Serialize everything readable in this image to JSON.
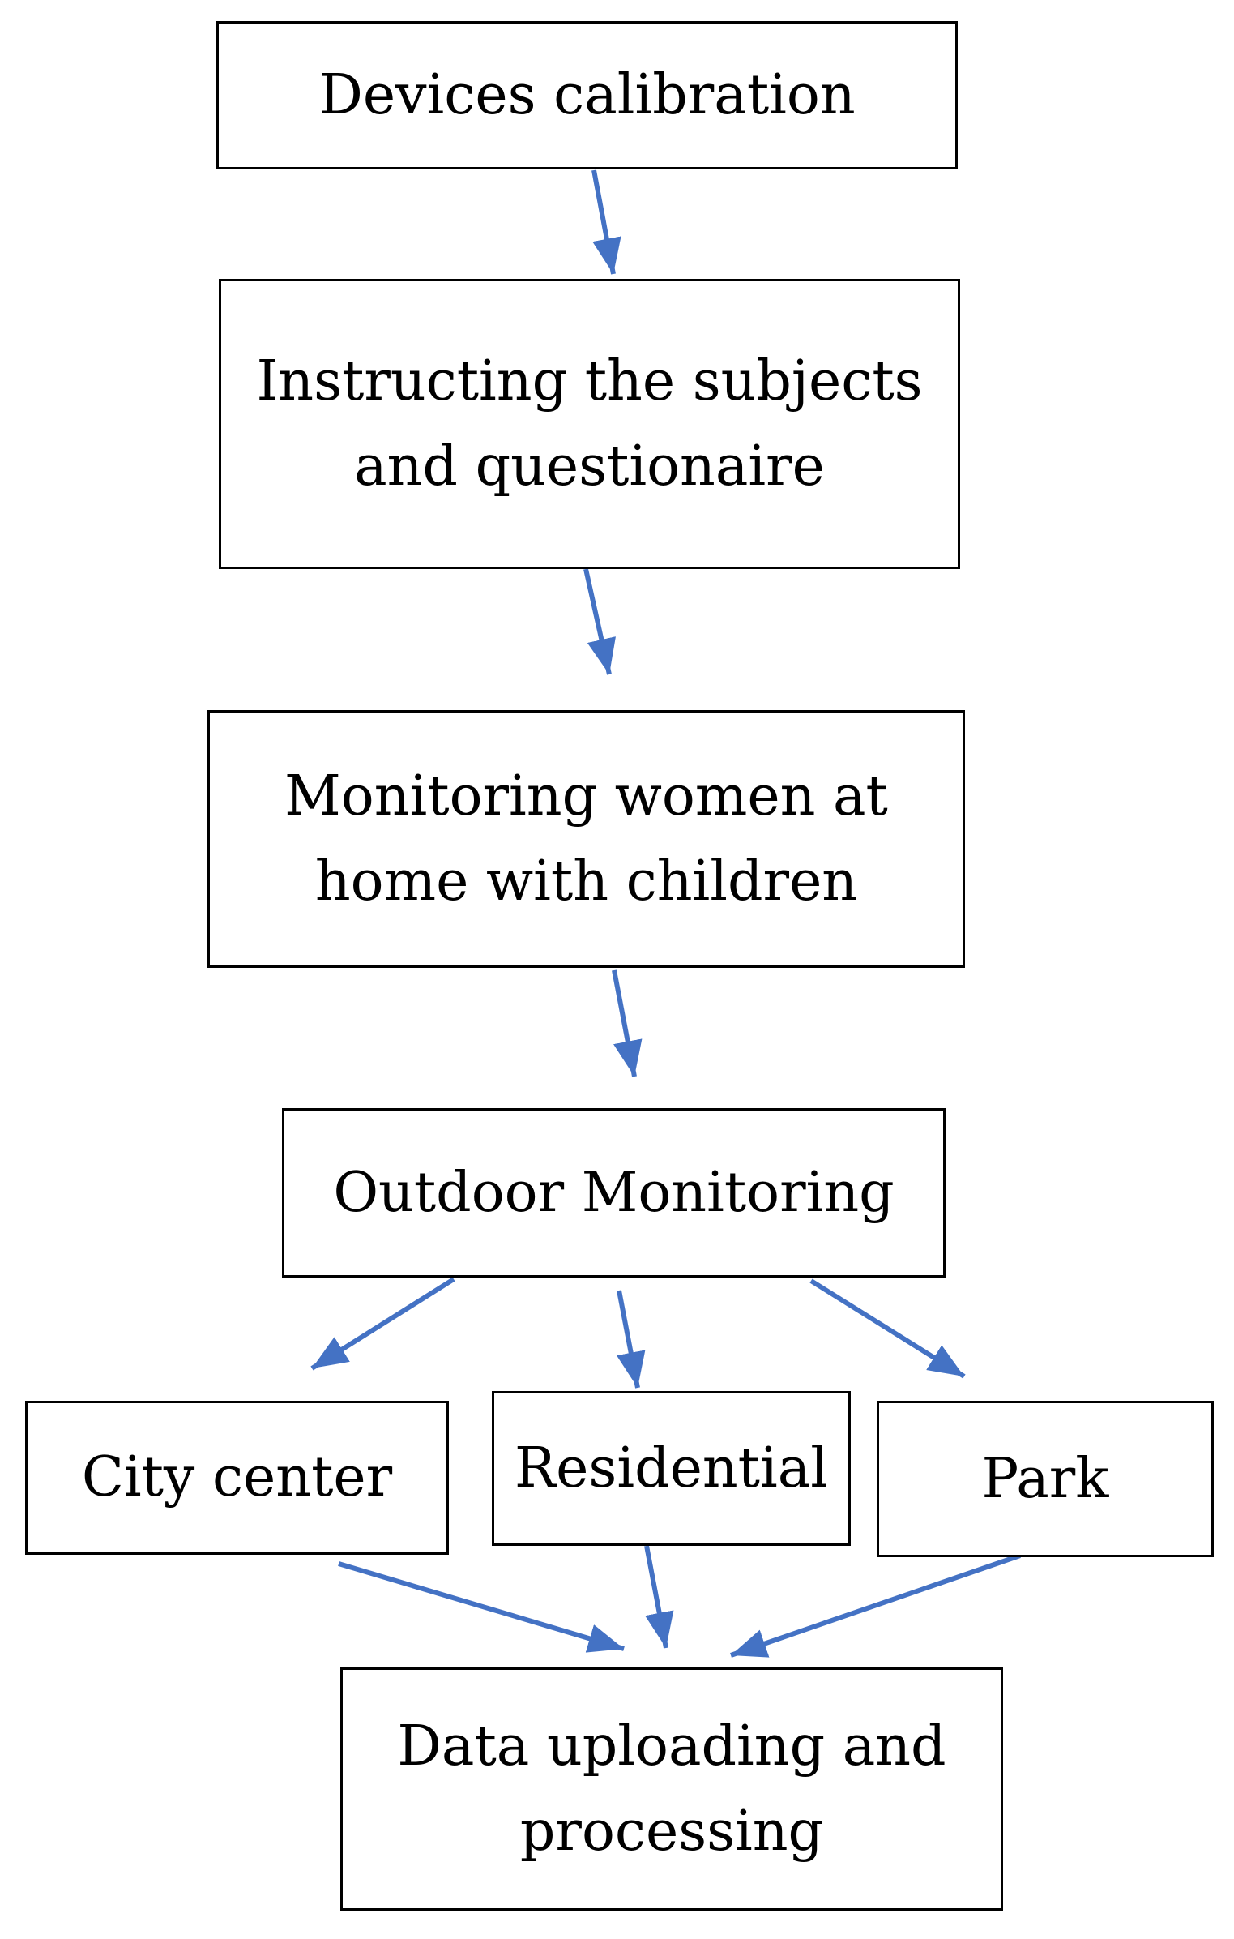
{
  "diagram": {
    "arrow_color": "#4472c4",
    "nodes": {
      "devices_calibration": {
        "lines": [
          "Devices calibration"
        ]
      },
      "instructing": {
        "lines": [
          "Instructing the subjects",
          "and questionaire"
        ]
      },
      "monitoring_home": {
        "lines": [
          "Monitoring women at",
          "home with children"
        ]
      },
      "outdoor": {
        "lines": [
          "Outdoor Monitoring"
        ]
      },
      "city_center": {
        "lines": [
          "City center"
        ]
      },
      "residential": {
        "lines": [
          "Residential"
        ]
      },
      "park": {
        "lines": [
          "Park"
        ]
      },
      "data_upload": {
        "lines": [
          "Data uploading and",
          "processing"
        ]
      }
    }
  }
}
